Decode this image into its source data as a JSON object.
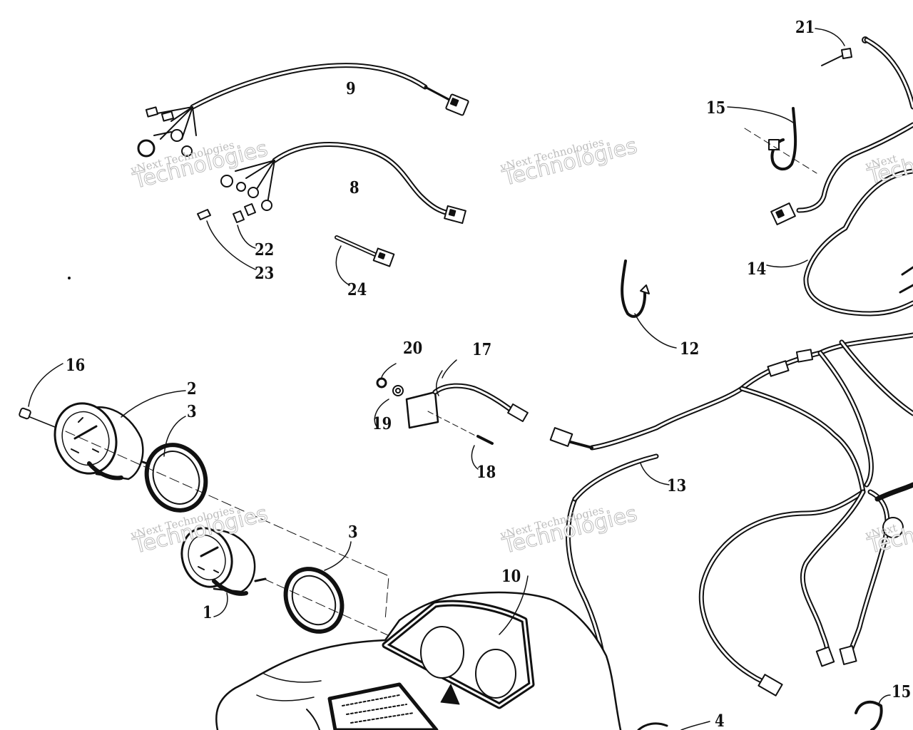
{
  "watermark": {
    "brand": "vNext",
    "line1": "vNext Technologies",
    "line2": "Technologies"
  },
  "callouts": {
    "c1": "1",
    "c2": "2",
    "c3a": "3",
    "c3b": "3",
    "c4": "4",
    "c8": "8",
    "c9": "9",
    "c10": "10",
    "c12": "12",
    "c13": "13",
    "c14": "14",
    "c15a": "15",
    "c15b": "15",
    "c16": "16",
    "c17": "17",
    "c18": "18",
    "c19": "19",
    "c20": "20",
    "c21": "21",
    "c22": "22",
    "c23": "23",
    "c24": "24"
  },
  "colors": {
    "ink": "#111111",
    "watermark": "#bdbdbd",
    "paper": "#ffffff"
  }
}
